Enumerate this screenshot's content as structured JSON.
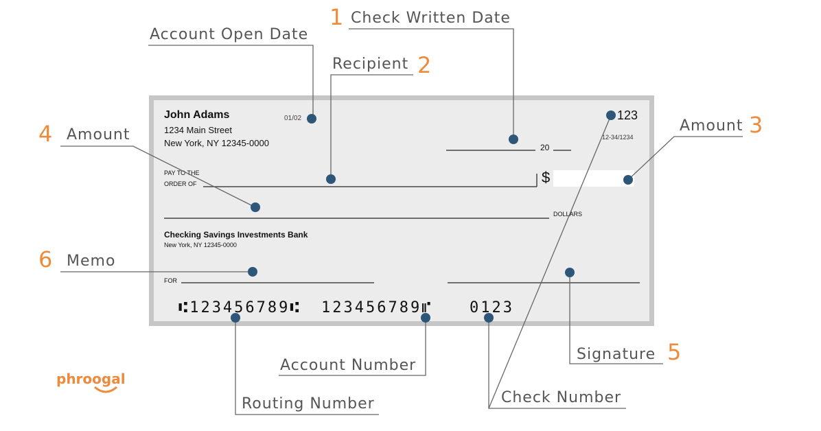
{
  "callouts": {
    "account_open_date": "Account Open Date",
    "check_written_date": "Check Written Date",
    "recipient": "Recipient",
    "amount_left": "Amount",
    "amount_right": "Amount",
    "memo": "Memo",
    "signature": "Signature",
    "account_number": "Account Number",
    "routing_number": "Routing Number",
    "check_number": "Check Number"
  },
  "numbers": {
    "check_written_date": "1",
    "recipient": "2",
    "amount_right": "3",
    "amount_left": "4",
    "signature": "5",
    "memo": "6"
  },
  "check": {
    "name": "John Adams",
    "address1": "1234 Main Street",
    "address2": "New York, NY 12345-0000",
    "open_date": "01/02",
    "check_no": "123",
    "fraction": "12-34/1234",
    "date_prefix": "20",
    "pay_to_1": "PAY TO THE",
    "pay_to_2": "ORDER OF",
    "dollar_sign": "$",
    "dollars": "DOLLARS",
    "bank_name": "Checking Savings Investments Bank",
    "bank_address": "New York, NY 12345-0000",
    "for_label": "FOR",
    "routing": "⑆123456789⑆",
    "account": "123456789⑈",
    "check_number_micr": "0123"
  },
  "logo": "phroogal",
  "colors": {
    "accent": "#ee8a3c",
    "dot": "#2d5679",
    "check_bg": "#ececec",
    "check_border": "#c6c6c6",
    "label_text": "#555555"
  }
}
